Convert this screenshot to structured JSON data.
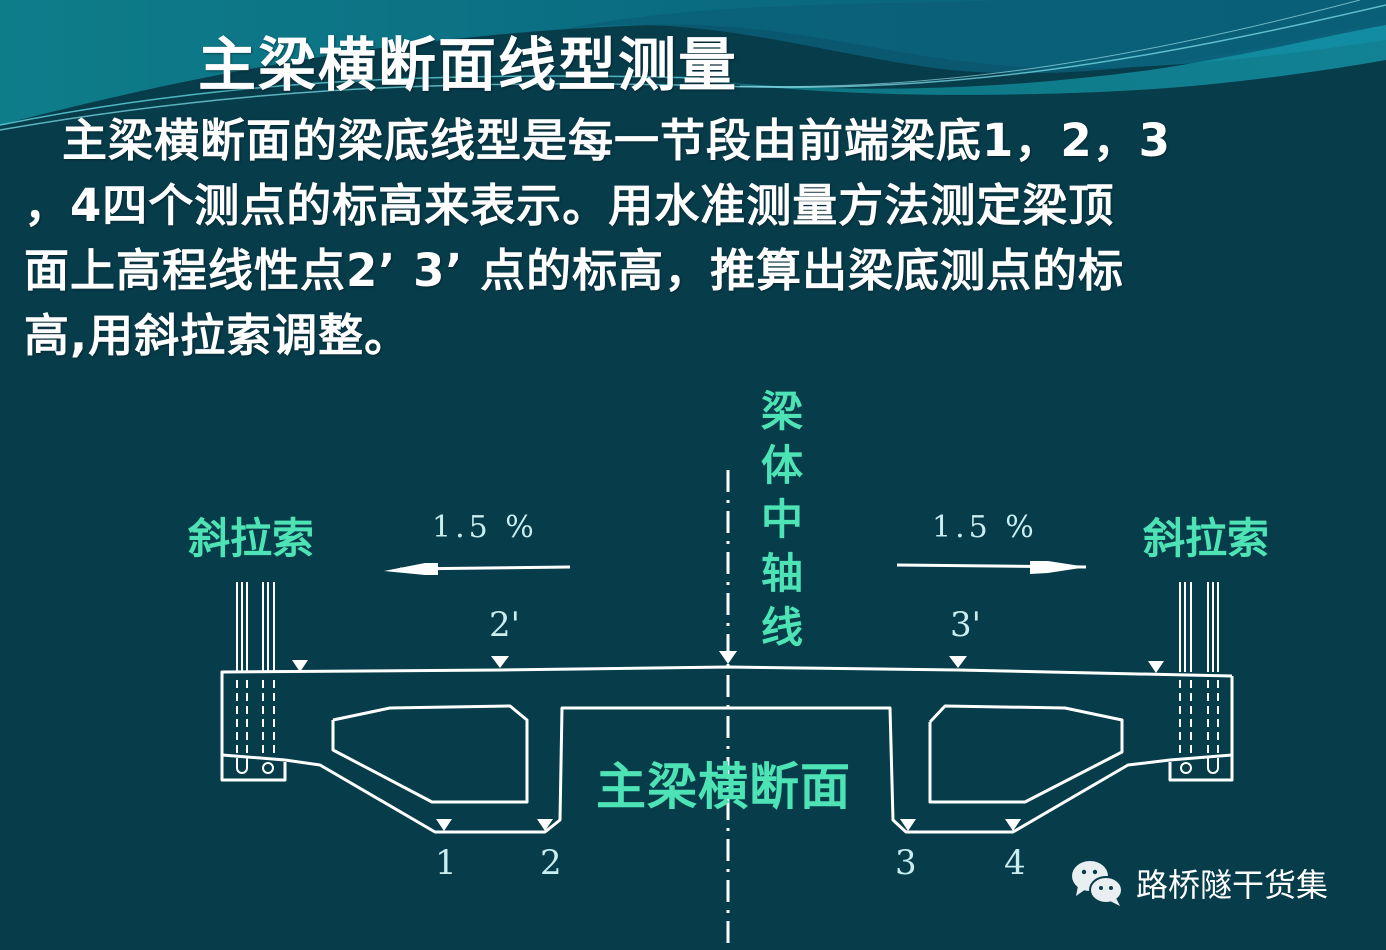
{
  "slide": {
    "title": "主梁横断面线型测量",
    "body_lines": [
      "主梁横断面的梁底线型是每一节段由前端梁底1，2，3",
      "，4四个测点的标高来表示。用水准测量方法测定梁顶",
      "面上高程线性点2’ 3’ 点的标高，推算出梁底测点的标",
      "高,用斜拉索调整。"
    ]
  },
  "diagram": {
    "cable_left_label": "斜拉索",
    "cable_right_label": "斜拉索",
    "axis_label": "梁体中轴线",
    "section_label": "主梁横断面",
    "slope_left": "1.5 %",
    "slope_right": "1.5 %",
    "top_points": {
      "left": "2'",
      "right": "3'"
    },
    "bottom_points": [
      "1",
      "2",
      "3",
      "4"
    ],
    "colors": {
      "background": "#073c4b",
      "line": "#ffffff",
      "label_green": "#4de3b4",
      "label_point": "#c8eef0"
    }
  },
  "watermark": {
    "icon": "wechat-icon",
    "text": "路桥隧干货集"
  }
}
